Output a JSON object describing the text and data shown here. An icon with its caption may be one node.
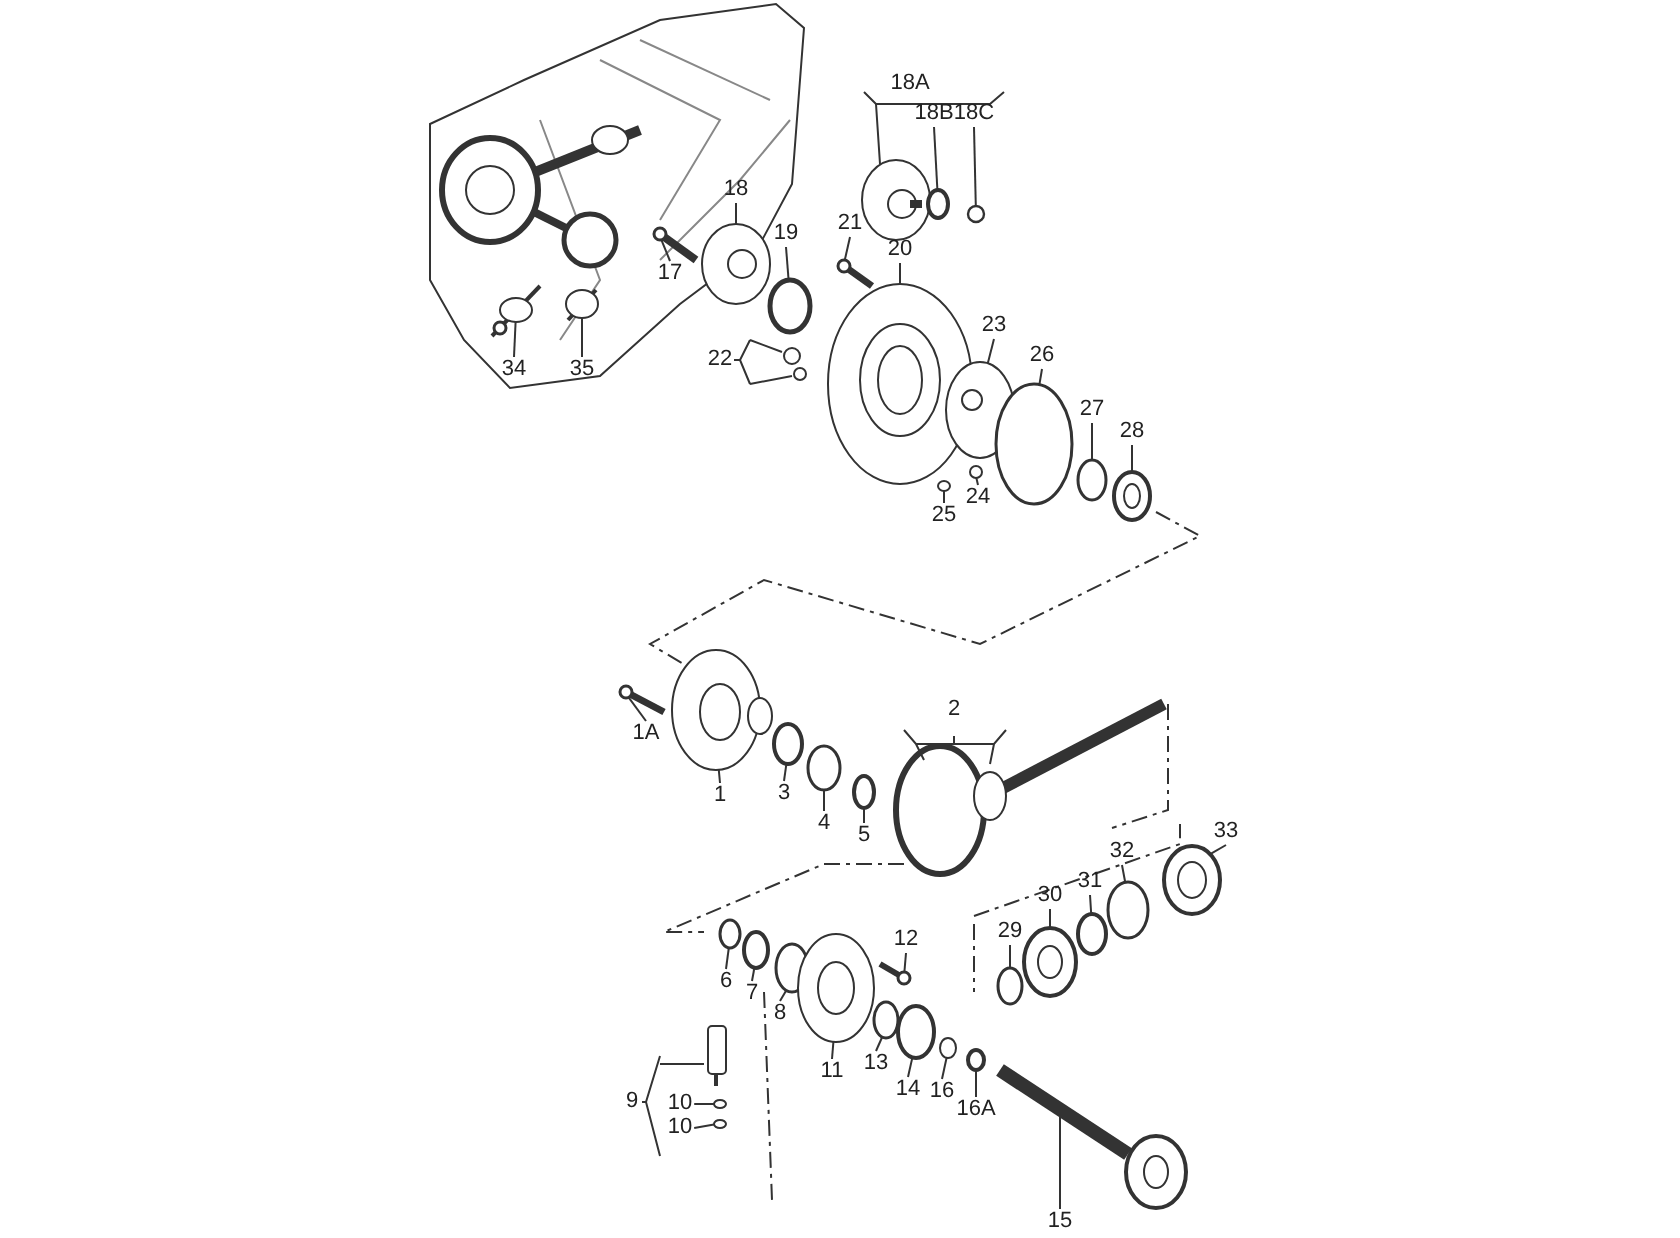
{
  "diagram": {
    "nodes": [
      {
        "text": [
          "18A"
        ]
      },
      {
        "text": [
          "18B"
        ]
      },
      {
        "text": [
          "18C"
        ]
      },
      {
        "text": [
          "18"
        ]
      },
      {
        "text": [
          "21"
        ]
      },
      {
        "text": [
          "19"
        ]
      },
      {
        "text": [
          "20"
        ]
      },
      {
        "text": [
          "17"
        ]
      },
      {
        "text": [
          "34"
        ]
      },
      {
        "text": [
          "35"
        ]
      },
      {
        "text": [
          "22"
        ]
      },
      {
        "text": [
          "23"
        ]
      },
      {
        "text": [
          "26"
        ]
      },
      {
        "text": [
          "27"
        ]
      },
      {
        "text": [
          "28"
        ]
      },
      {
        "text": [
          "24"
        ]
      },
      {
        "text": [
          "25"
        ]
      },
      {
        "text": [
          "2"
        ]
      },
      {
        "text": [
          "1A"
        ]
      },
      {
        "text": [
          "1"
        ]
      },
      {
        "text": [
          "3"
        ]
      },
      {
        "text": [
          "4"
        ]
      },
      {
        "text": [
          "5"
        ]
      },
      {
        "text": [
          "33"
        ]
      },
      {
        "text": [
          "32"
        ]
      },
      {
        "text": [
          "31"
        ]
      },
      {
        "text": [
          "30"
        ]
      },
      {
        "text": [
          "29"
        ]
      },
      {
        "text": [
          "6"
        ]
      },
      {
        "text": [
          "7"
        ]
      },
      {
        "text": [
          "12"
        ]
      },
      {
        "text": [
          "8"
        ]
      },
      {
        "text": [
          "11"
        ]
      },
      {
        "text": [
          "13"
        ]
      },
      {
        "text": [
          "14"
        ]
      },
      {
        "text": [
          "16"
        ]
      },
      {
        "text": [
          "16A"
        ]
      },
      {
        "text": [
          "9"
        ]
      },
      {
        "text": [
          "10"
        ]
      },
      {
        "text": [
          "10"
        ]
      },
      {
        "text": [
          "15"
        ]
      },
      {
        "text": [],
        "shape": "circle"
      },
      {
        "text": [],
        "shape": "circle"
      },
      {
        "text": [],
        "shape": "picture"
      },
      {
        "text": [],
        "shape": "picture"
      },
      {
        "text": [],
        "shape": "circle"
      },
      {
        "text": [],
        "shape": "picture"
      },
      {
        "text": [],
        "shape": "picture"
      },
      {
        "text": [],
        "shape": "picture"
      },
      {
        "text": [],
        "shape": "picture"
      },
      {
        "text": [],
        "shape": "picture"
      },
      {
        "text": [],
        "shape": "circle"
      },
      {
        "text": [],
        "shape": "circle"
      },
      {
        "text": [],
        "shape": "picture"
      },
      {
        "text": [],
        "shape": "circle"
      },
      {
        "text": [],
        "shape": "circle"
      },
      {
        "text": [],
        "shape": "picture"
      },
      {
        "text": [],
        "shape": "picture"
      },
      {
        "text": [],
        "shape": "circle"
      },
      {
        "text": [],
        "shape": "circle"
      },
      {
        "text": [],
        "shape": "circle"
      },
      {
        "text": [],
        "shape": "picture"
      },
      {
        "text": [],
        "shape": "circle"
      },
      {
        "text": [],
        "shape": "circle"
      },
      {
        "text": [],
        "shape": "picture"
      },
      {
        "text": [],
        "shape": "circle"
      },
      {
        "text": [],
        "shape": "circle"
      },
      {
        "text": [],
        "shape": "circle"
      },
      {
        "text": [],
        "shape": "picture"
      },
      {
        "text": [],
        "shape": "circle"
      },
      {
        "text": [],
        "shape": "picture"
      },
      {
        "text": [],
        "shape": "circle"
      },
      {
        "text": [],
        "shape": "circle"
      },
      {
        "text": [],
        "shape": "circle"
      },
      {
        "text": [],
        "shape": "circle"
      },
      {
        "text": [],
        "shape": "circle"
      },
      {
        "text": [],
        "shape": "circle"
      },
      {
        "text": [],
        "shape": "picture"
      }
    ],
    "edges": [
      {
        "from": 1,
        "to": 41,
        "arrow": "none"
      },
      {
        "from": 2,
        "to": 42,
        "arrow": "none"
      },
      {
        "from": 3,
        "to": 43,
        "arrow": "none"
      },
      {
        "from": 4,
        "to": 44,
        "arrow": "none"
      },
      {
        "from": 5,
        "to": 45,
        "arrow": "none"
      },
      {
        "from": 6,
        "to": 46,
        "arrow": "none"
      },
      {
        "from": 7,
        "to": 47,
        "arrow": "none"
      },
      {
        "from": 8,
        "to": 48,
        "arrow": "none"
      },
      {
        "from": 9,
        "to": 49,
        "arrow": "none"
      },
      {
        "from": 11,
        "to": 50,
        "arrow": "none"
      },
      {
        "from": 12,
        "to": 51,
        "arrow": "none"
      },
      {
        "from": 13,
        "to": 52,
        "arrow": "none"
      },
      {
        "from": 14,
        "to": 53,
        "arrow": "none"
      },
      {
        "from": 15,
        "to": 54,
        "arrow": "none"
      },
      {
        "from": 16,
        "to": 55,
        "arrow": "none"
      },
      {
        "from": 18,
        "to": 56,
        "arrow": "none"
      },
      {
        "from": 19,
        "to": 57,
        "arrow": "none"
      },
      {
        "from": 20,
        "to": 58,
        "arrow": "none"
      },
      {
        "from": 21,
        "to": 59,
        "arrow": "none"
      },
      {
        "from": 22,
        "to": 60,
        "arrow": "none"
      },
      {
        "from": 23,
        "to": 61,
        "arrow": "none"
      },
      {
        "from": 24,
        "to": 62,
        "arrow": "none"
      },
      {
        "from": 25,
        "to": 63,
        "arrow": "none"
      },
      {
        "from": 26,
        "to": 64,
        "arrow": "none"
      },
      {
        "from": 27,
        "to": 65,
        "arrow": "none"
      },
      {
        "from": 28,
        "to": 66,
        "arrow": "none"
      },
      {
        "from": 29,
        "to": 67,
        "arrow": "none"
      },
      {
        "from": 30,
        "to": 68,
        "arrow": "none"
      },
      {
        "from": 31,
        "to": 69,
        "arrow": "none"
      },
      {
        "from": 32,
        "to": 70,
        "arrow": "none"
      },
      {
        "from": 33,
        "to": 71,
        "arrow": "none"
      },
      {
        "from": 34,
        "to": 72,
        "arrow": "none"
      },
      {
        "from": 35,
        "to": 73,
        "arrow": "none"
      },
      {
        "from": 36,
        "to": 74,
        "arrow": "none"
      },
      {
        "from": 38,
        "to": 75,
        "arrow": "none"
      },
      {
        "from": 39,
        "to": 76,
        "arrow": "none"
      },
      {
        "from": 40,
        "to": 77,
        "arrow": "none"
      }
    ]
  }
}
